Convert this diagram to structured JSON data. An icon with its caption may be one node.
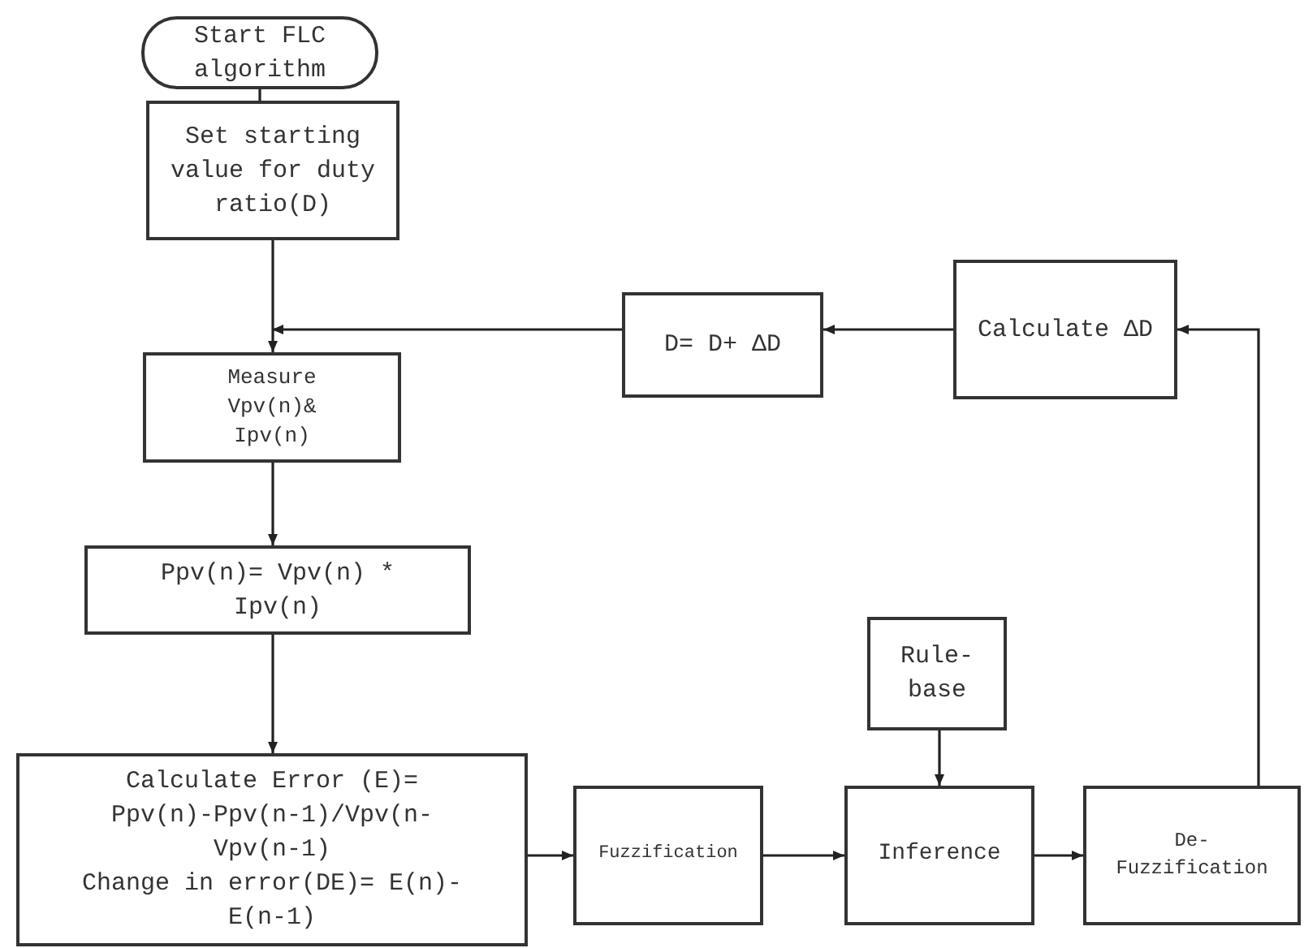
{
  "diagram": {
    "nodes": [
      {
        "text": [
          "Start FLC algorithm"
        ]
      },
      {
        "text": [
          "Set starting value for duty ratio(D)"
        ]
      },
      {
        "text": [
          "Measure Vpv(n)& Ipv(n)"
        ]
      },
      {
        "text": [
          "Ppv(n)= Vpv(n) * Ipv(n)"
        ]
      },
      {
        "text": [
          "Calculate Error (E)= Ppv(n)-Ppv(n-1)/Vpv(n- Vpv(n-1)",
          "Change in error(DE)= E(n)-E(n-1)"
        ]
      },
      {
        "text": [
          "Fuzzification"
        ]
      },
      {
        "text": [
          "Rule-base"
        ]
      },
      {
        "text": [
          "Inference"
        ]
      },
      {
        "text": [
          "De-Fuzzification"
        ]
      },
      {
        "text": [
          "Calculate ΔD"
        ]
      },
      {
        "text": [
          "D= D+ ΔD"
        ]
      }
    ],
    "edges": [
      {
        "from": 0,
        "to": 1,
        "arrow": "none"
      },
      {
        "from": 1,
        "to": 2,
        "arrow": "to"
      },
      {
        "from": 10,
        "to": 2,
        "arrow": "to"
      },
      {
        "from": 2,
        "to": 3,
        "arrow": "to"
      },
      {
        "from": 3,
        "to": 4,
        "arrow": "to"
      },
      {
        "from": 4,
        "to": 5,
        "arrow": "to"
      },
      {
        "from": 5,
        "to": 7,
        "arrow": "to"
      },
      {
        "from": 6,
        "to": 7,
        "arrow": "to"
      },
      {
        "from": 7,
        "to": 8,
        "arrow": "to"
      },
      {
        "from": 8,
        "to": 9,
        "arrow": "to"
      },
      {
        "from": 9,
        "to": 10,
        "arrow": "to"
      }
    ]
  }
}
